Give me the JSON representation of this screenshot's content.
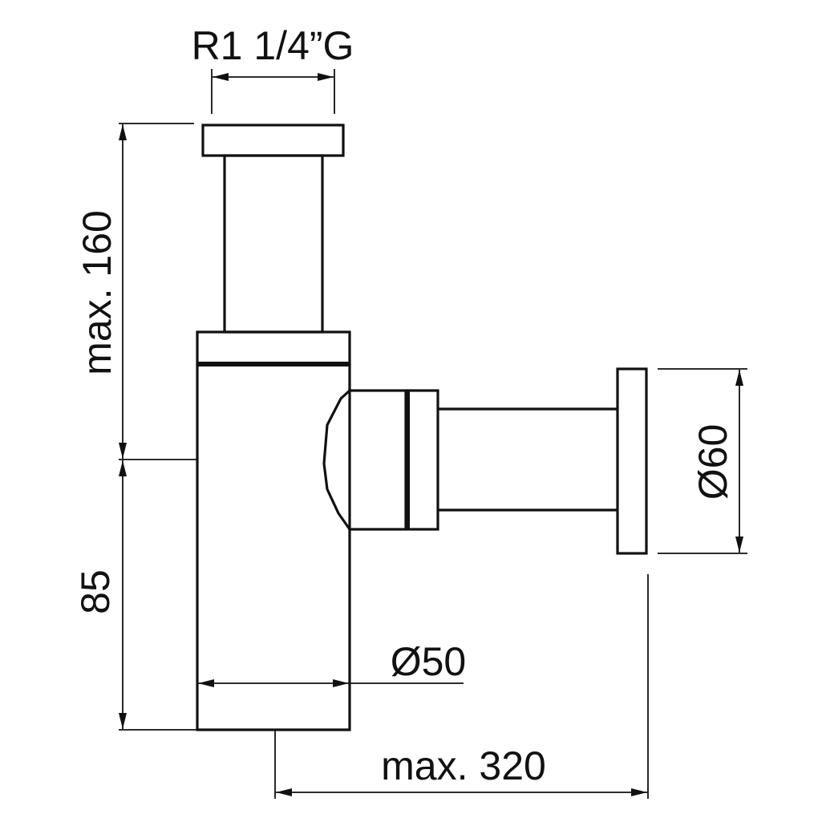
{
  "diagram": {
    "line_color": "#111111",
    "background": "#ffffff",
    "labels": {
      "thread": "R1 1/4”G",
      "height_max": "max. 160",
      "height_85": "85",
      "diameter_60": "Ø60",
      "diameter_50": "Ø50",
      "length_max": "max. 320"
    }
  }
}
